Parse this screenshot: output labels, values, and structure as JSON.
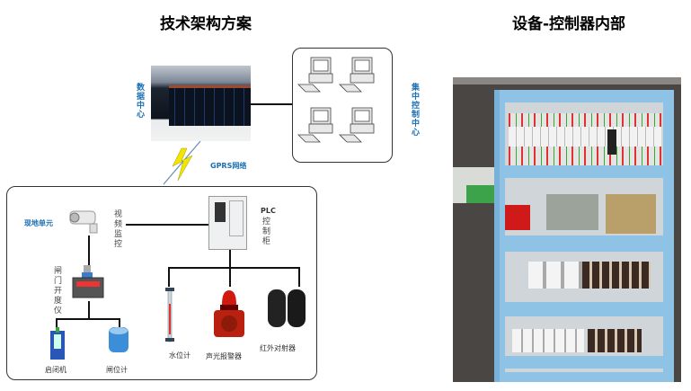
{
  "left_panel": {
    "title": "技术架构方案",
    "data_center_label": "数据中心",
    "control_center_label": "集中控制中心",
    "network_label": "GPRS网络",
    "field_unit_label": "现地单元",
    "video_label": "视频监控",
    "plc_label_top": "PLC",
    "plc_label_rest": "控制柜",
    "gate_meter_label": "闸门开度仪",
    "hoist_label": "启闭机",
    "gate_position_label": "闸位计",
    "water_level_label": "水位计",
    "alarm_label": "声光报警器",
    "infrared_label": "红外对射器"
  },
  "right_panel": {
    "title": "设备-控制器内部"
  },
  "colors": {
    "label_blue": "#1a6fb3",
    "cabinet_blue": "#8fc3e6"
  }
}
